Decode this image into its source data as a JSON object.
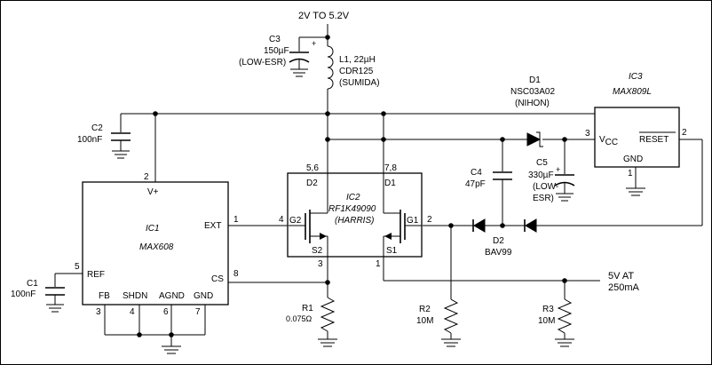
{
  "supply": {
    "label": "2V TO 5.2V"
  },
  "output": {
    "label_line1": "5V AT",
    "label_line2": "250mA"
  },
  "components": {
    "c3": {
      "ref": "C3",
      "value": "150µF",
      "note": "(LOW-ESR)",
      "polarity": "+"
    },
    "l1": {
      "line1": "L1, 22µH",
      "line2": "CDR125",
      "line3": "(SUMIDA)"
    },
    "c2": {
      "ref": "C2",
      "value": "100nF"
    },
    "c1": {
      "ref": "C1",
      "value": "100nF"
    },
    "c4": {
      "ref": "C4",
      "value": "47pF"
    },
    "c5": {
      "ref": "C5",
      "value": "330µF",
      "note1": "(LOW-",
      "note2": "ESR)",
      "polarity": "+"
    },
    "d1": {
      "ref": "D1",
      "part": "NSC03A02",
      "maker": "(NIHON)"
    },
    "d2": {
      "ref": "D2",
      "part": "BAV99"
    },
    "r1": {
      "ref": "R1",
      "value": "0.075Ω"
    },
    "r2": {
      "ref": "R2",
      "value": "10M"
    },
    "r3": {
      "ref": "R3",
      "value": "10M"
    }
  },
  "ic1": {
    "ref": "IC1",
    "part": "MAX608",
    "pins": {
      "vplus": {
        "name": "V+",
        "num": "2"
      },
      "ext": {
        "name": "EXT",
        "num": "1"
      },
      "ref": {
        "name": "REF",
        "num": "5"
      },
      "cs": {
        "name": "CS",
        "num": "8"
      },
      "fb": {
        "name": "FB",
        "num": "3"
      },
      "shdn": {
        "name": "SHDN",
        "num": "4"
      },
      "agnd": {
        "name": "AGND",
        "num": "6"
      },
      "gnd": {
        "name": "GND",
        "num": "7"
      }
    }
  },
  "ic2": {
    "ref": "IC2",
    "part": "RF1K49090",
    "maker": "(HARRIS)",
    "pins": {
      "d2": {
        "name": "D2",
        "num": "5,6"
      },
      "d1": {
        "name": "D1",
        "num": "7,8"
      },
      "g2": {
        "name": "G2",
        "num": "4"
      },
      "g1": {
        "name": "G1",
        "num": "2"
      },
      "s2": {
        "name": "S2",
        "num": "3"
      },
      "s1": {
        "name": "S1",
        "num": "1"
      }
    }
  },
  "ic3": {
    "ref": "IC3",
    "part": "MAX809L",
    "pins": {
      "vcc": {
        "name_main": "V",
        "name_sub": "CC",
        "num": "3"
      },
      "reset": {
        "name": "RESET",
        "num": "2"
      },
      "gnd": {
        "name": "GND",
        "num": "1"
      }
    }
  }
}
